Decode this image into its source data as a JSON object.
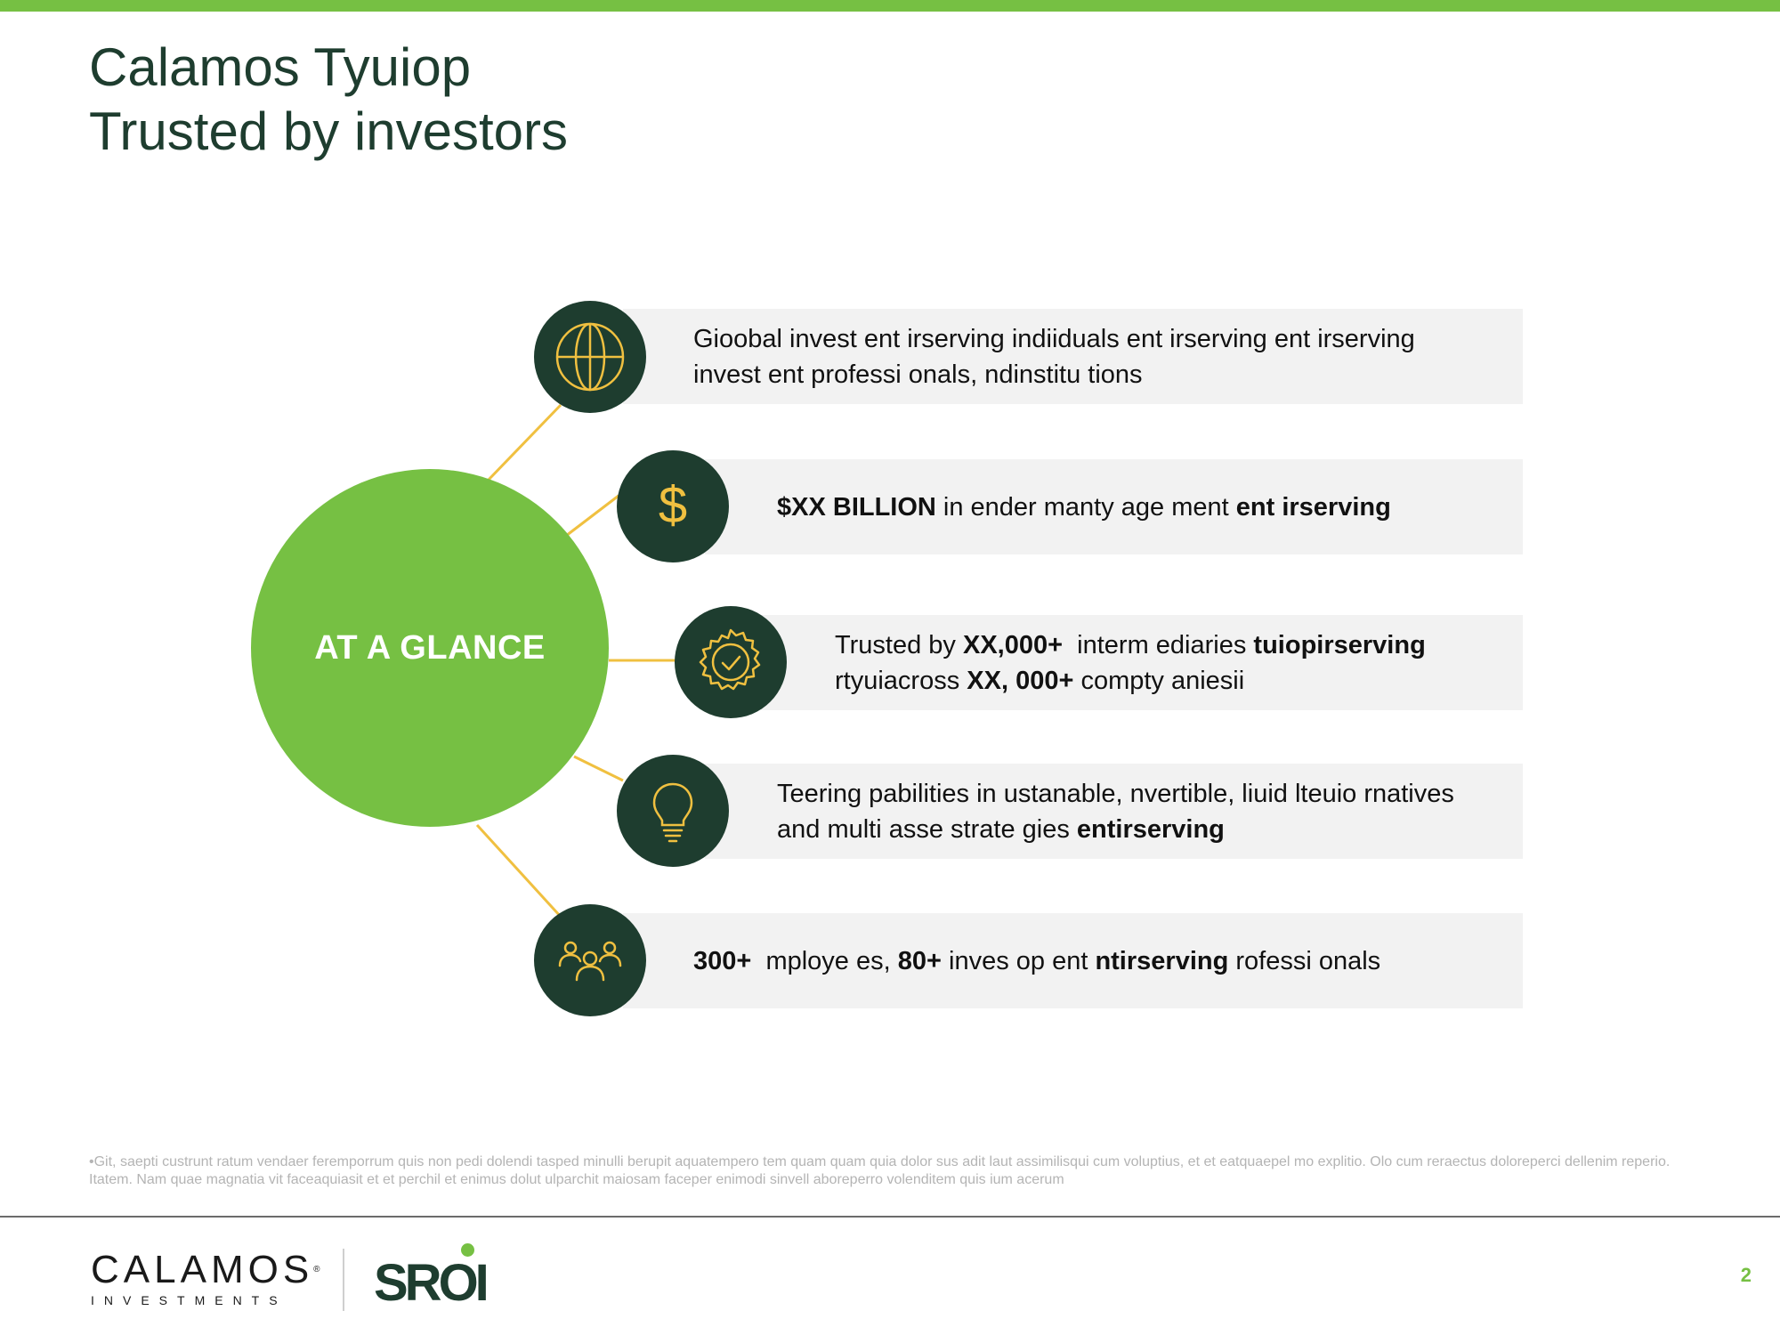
{
  "title": {
    "line1": "Calamos Tyuiop",
    "line2": "Trusted by investors"
  },
  "center": {
    "label": "AT A GLANCE"
  },
  "items": [
    {
      "icon": "globe-icon",
      "line1": "Gioobal invest ent irserving indiiduals ent irserving ent irserving",
      "line2": "invest ent professi onals, ndinstitu tions"
    },
    {
      "icon": "dollar-icon",
      "b1": "$XX BILLION",
      "t1": " in ender manty age ment ",
      "b2": "ent irserving"
    },
    {
      "icon": "badge-check-icon",
      "t1": "Trusted by ",
      "b1": "XX,000+",
      "t2": "  interm ediaries ",
      "b2": "tuiopirserving",
      "t3": "rtyuiacross ",
      "b3": "XX, 000+",
      "t4": " compty aniesii"
    },
    {
      "icon": "lightbulb-icon",
      "line1": "Teering pabilities in ustanable, nvertible, liuid lteuio rnatives",
      "t2": "and multi asse strate gies ",
      "b2": "entirserving"
    },
    {
      "icon": "people-icon",
      "b1": "300+",
      "t1": "  mploye es, ",
      "b2": "80+",
      "t2": " inves op ent ",
      "b3": "ntirserving",
      "t3": " rofessi onals"
    }
  ],
  "footnote": "•Git, saepti custrunt ratum vendaer feremporrum quis non pedi dolendi tasped minulli berupit aquatempero tem quam quam quia dolor sus adit laut assimilisqui cum voluptius, et et eatquaepel mo explitio. Olo cum reraectus doloreperci dellenim reperio. Itatem. Nam quae magnatia vit faceaquiasit et et perchil et enimus dolut ulparchit maiosam faceper enimodi sinvell aboreperro volenditem quis ium acerum",
  "footer": {
    "logo1": "CALAMOS",
    "logo1_mark": "®",
    "logo1_sub": "INVESTMENTS",
    "logo2": "SROI",
    "page_number": "2"
  },
  "colors": {
    "brand_green": "#76c043",
    "dark_green": "#1e3d2f",
    "accent_gold": "#f0c040",
    "card_bg": "#f2f2f2"
  }
}
